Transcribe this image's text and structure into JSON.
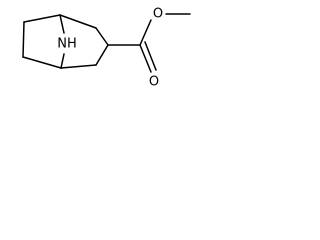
{
  "molecule": {
    "atoms": {
      "nitrogen_label": "NH",
      "carbonyl_oxygen_label": "O",
      "ester_oxygen_label": "O"
    }
  }
}
